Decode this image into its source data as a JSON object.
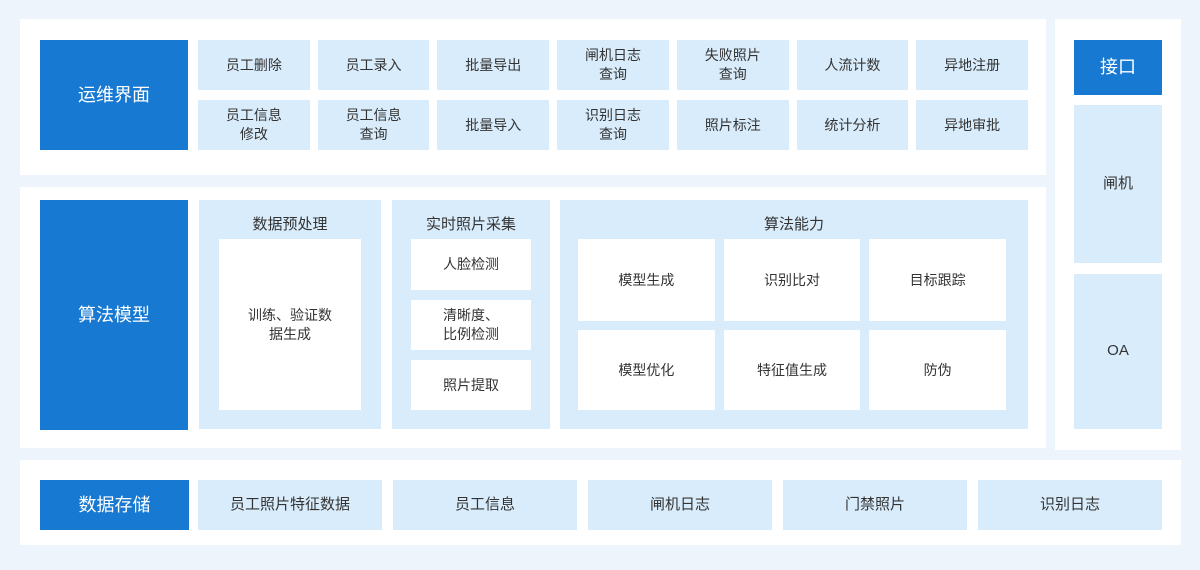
{
  "colors": {
    "accent": "#1779d1",
    "light": "#d9ecfb",
    "bg": "#edf4fc",
    "text": "#333333"
  },
  "ops": {
    "label": "运维界面",
    "buttons": [
      "员工删除",
      "员工录入",
      "批量导出",
      "闸机日志\n查询",
      "失败照片\n查询",
      "人流计数",
      "异地注册",
      "员工信息\n修改",
      "员工信息\n查询",
      "批量导入",
      "识别日志\n查询",
      "照片标注",
      "统计分析",
      "异地审批"
    ]
  },
  "algorithm": {
    "label": "算法模型",
    "preprocess": {
      "title": "数据预处理",
      "item": "训练、验证数\n据生成"
    },
    "capture": {
      "title": "实时照片采集",
      "items": [
        "人脸检测",
        "清晰度、\n比例检测",
        "照片提取"
      ]
    },
    "capability": {
      "title": "算法能力",
      "items": [
        "模型生成",
        "识别比对",
        "目标跟踪",
        "模型优化",
        "特征值生成",
        "防伪"
      ]
    }
  },
  "interface": {
    "label": "接口",
    "items": [
      "闸机",
      "OA"
    ]
  },
  "storage": {
    "label": "数据存储",
    "items": [
      "员工照片特征数据",
      "员工信息",
      "闸机日志",
      "门禁照片",
      "识别日志"
    ]
  }
}
